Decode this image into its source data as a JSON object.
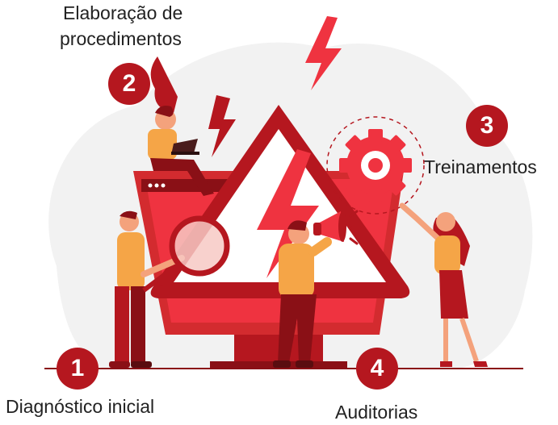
{
  "colors": {
    "accent": "#b5171f",
    "bright_red": "#ef3340",
    "skin": "#f4a27c",
    "orange_shirt": "#f5a547",
    "blob": "#f2f2f2"
  },
  "steps": [
    {
      "number": "1",
      "label": "Diagnóstico inicial"
    },
    {
      "number": "2",
      "label_line1": "Elaboração de",
      "label_line2": "procedimentos"
    },
    {
      "number": "3",
      "label": "Treinamentos"
    },
    {
      "number": "4",
      "label": "Auditorias"
    }
  ]
}
